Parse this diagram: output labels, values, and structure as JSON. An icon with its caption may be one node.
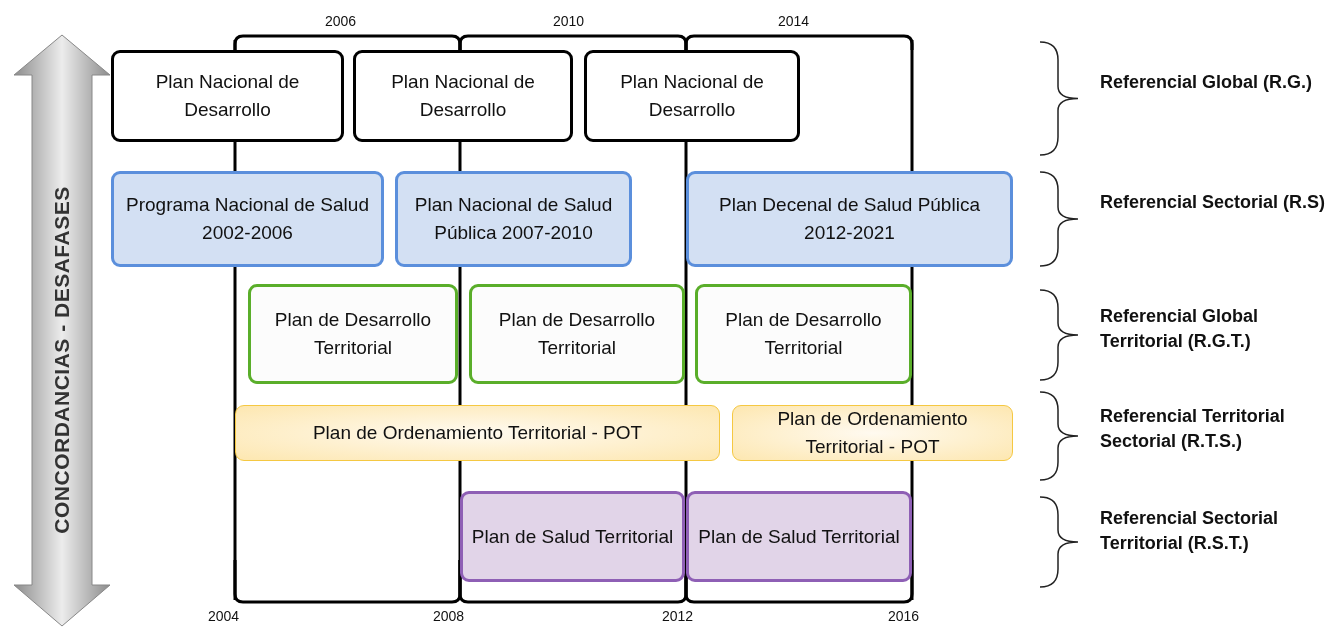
{
  "diagram": {
    "nodes": [
      {
        "text": [
          "Plan Nacional de Desarrollo"
        ]
      },
      {
        "text": [
          "Plan Nacional de Desarrollo"
        ]
      },
      {
        "text": [
          "Plan Nacional de Desarrollo"
        ]
      },
      {
        "text": [
          "Programa Nacional de Salud 2002-2006"
        ]
      },
      {
        "text": [
          "Plan Nacional de Salud Pública 2007-2010"
        ]
      },
      {
        "text": [
          "Plan Decenal de Salud Pública 2012-2021"
        ]
      },
      {
        "text": [
          "Plan de Desarrollo Territorial"
        ]
      },
      {
        "text": [
          "Plan de Desarrollo Territorial"
        ]
      },
      {
        "text": [
          "Plan de Desarrollo Territorial"
        ]
      },
      {
        "text": [
          "Plan de Ordenamiento Territorial - POT"
        ]
      },
      {
        "text": [
          "Plan de Ordenamiento Territorial - POT"
        ]
      },
      {
        "text": [
          "Plan de Salud Territorial"
        ]
      },
      {
        "text": [
          "Plan de Salud Territorial"
        ]
      }
    ],
    "labels": [
      "2006",
      "2010",
      "2014",
      "CONCORDANCIAS - DESAFASES",
      "Referencial Global (R.G.)",
      "Referencial Sectorial (R.S)",
      "Referencial Global Territorial (R.G.T.)",
      "Referencial Territorial Sectorial (R.T.S.)",
      "Referencial Sectorial Territorial (R.S.T.)",
      "2004",
      "2008",
      "2012",
      "2016"
    ]
  }
}
